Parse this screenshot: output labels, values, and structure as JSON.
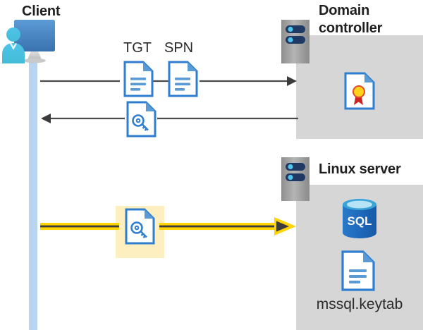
{
  "diagram": {
    "title": "Kerberos authentication flow between client, domain controller and Linux server",
    "background_color": "#ffffff",
    "colors": {
      "panel_gray": "#d6d6d6",
      "lifeline_blue": "#b8d4f0",
      "arrow_dark": "#3b3b3b",
      "arrow_yellow": "#ffd400",
      "highlight_yellow": "#fdefbf",
      "doc_blue": "#2f7ed0",
      "doc_blue_light": "#5b9bd5",
      "sql_blue": "#1f6fc4",
      "server_gray": "#9a9a9a",
      "server_slot": "#1f3864",
      "cert_red": "#cc2222",
      "cert_gold": "#ffd119",
      "text_dark": "#1f1f1f"
    }
  },
  "actors": {
    "client": {
      "label": "Client",
      "icon": "user-with-monitor-icon"
    },
    "domain_controller": {
      "label": "Domain\ncontroller",
      "label_line1": "Domain",
      "label_line2": "controller",
      "icon": "server-rack-icon",
      "contents": [
        {
          "icon": "certificate-document-icon",
          "label": ""
        }
      ]
    },
    "linux_server": {
      "label": "Linux server",
      "icon": "server-rack-icon",
      "contents": [
        {
          "icon": "sql-database-icon",
          "label": "SQL"
        },
        {
          "icon": "document-icon",
          "label": "mssql.keytab"
        }
      ]
    }
  },
  "messages": [
    {
      "id": "request",
      "direction": "right",
      "color": "#3b3b3b",
      "style": "thin",
      "labels": [
        "TGT",
        "SPN"
      ],
      "icons": [
        "document-icon",
        "document-icon"
      ]
    },
    {
      "id": "response",
      "direction": "left",
      "color": "#3b3b3b",
      "style": "thin",
      "labels": [],
      "icons": [
        "key-document-icon"
      ]
    },
    {
      "id": "service-ticket",
      "direction": "right",
      "color": "#ffd400",
      "style": "thick-highlight",
      "labels": [],
      "icons": [
        "key-document-icon"
      ],
      "highlighted": true
    }
  ],
  "text": {
    "tgt": "TGT",
    "spn": "SPN",
    "client": "Client",
    "domain_line1": "Domain",
    "domain_line2": "controller",
    "linux_server": "Linux server",
    "sql": "SQL",
    "keytab": "mssql.keytab"
  }
}
